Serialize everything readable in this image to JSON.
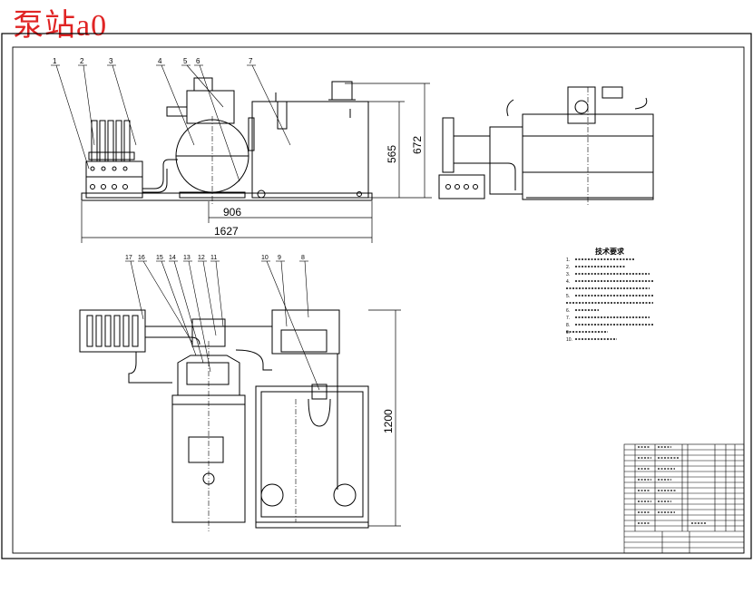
{
  "title": "泵站a0",
  "colors": {
    "title": "#e02424",
    "ink": "#000000",
    "paper": "#ffffff"
  },
  "dimensions": {
    "overall_length": "1627",
    "tank_width": "906",
    "tank_height": "565",
    "total_height": "672",
    "tank_depth": "1200"
  },
  "balloons_top": [
    "1",
    "2",
    "3",
    "4",
    "5",
    "6",
    "7"
  ],
  "balloons_plan": [
    "17",
    "16",
    "15",
    "14",
    "13",
    "12",
    "11",
    "10",
    "9",
    "8"
  ],
  "tech_requirements": {
    "heading": "技术要求",
    "lines": [
      "1.",
      "2.",
      "3.",
      "4.",
      "5.",
      "6.",
      "7.",
      "8.",
      "9.",
      "10."
    ]
  }
}
